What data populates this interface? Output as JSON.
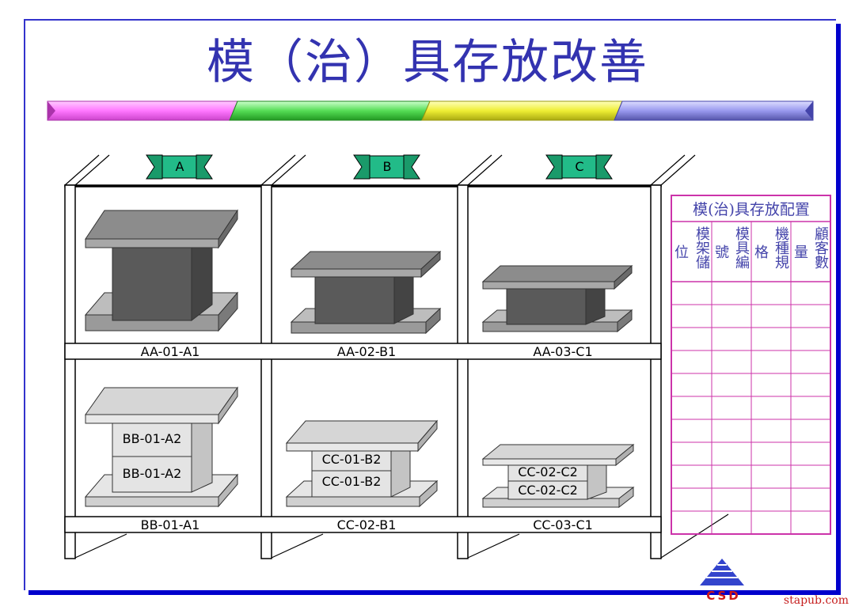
{
  "title": "模（治）具存放改善",
  "tags": [
    "A",
    "B",
    "C"
  ],
  "shelf_labels": {
    "top": [
      "AA-01-A1",
      "AA-02-B1",
      "AA-03-C1"
    ],
    "bottom": [
      "BB-01-A1",
      "CC-02-B1",
      "CC-03-C1"
    ]
  },
  "box_labels": {
    "left": [
      "BB-01-A2",
      "BB-01-A2"
    ],
    "middle": [
      "CC-01-B2",
      "CC-01-B2"
    ],
    "right": [
      "CC-02-C2",
      "CC-02-C2"
    ]
  },
  "table": {
    "title": "模(治)具存放配置",
    "headers": [
      "位",
      "模架儲",
      "號",
      "模具編",
      "格",
      "機種規",
      "量",
      "顧客數"
    ]
  },
  "logo_text": "CSD",
  "footer": "stapub.com",
  "colors": {
    "title": "#3333b0",
    "frame": "#3333cc",
    "bar": [
      "#ff88ff",
      "#66ee66",
      "#eeee44",
      "#9999ee"
    ],
    "tag": "#22bb88",
    "table_border": "#cc33aa"
  }
}
